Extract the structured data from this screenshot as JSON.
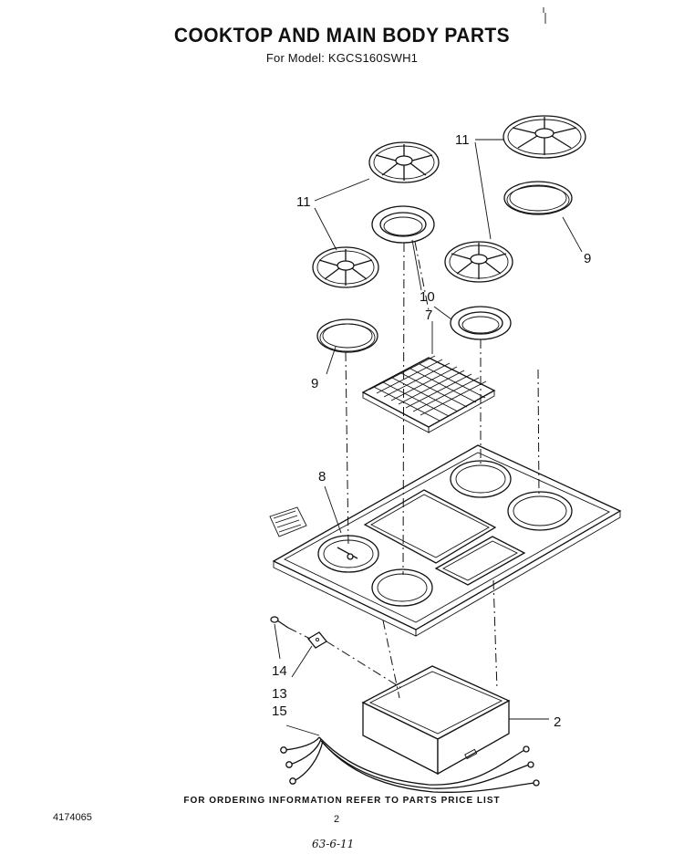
{
  "header": {
    "title": "COOKTOP AND MAIN BODY PARTS",
    "subtitle": "For Model: KGCS160SWH1"
  },
  "callouts": {
    "grate_left": "11",
    "grate_right": "11",
    "ring_left": "9",
    "ring_right": "9",
    "trim_ring": "10",
    "vent_grille": "7",
    "cooktop": "8",
    "burner_box": "2",
    "screw": "14",
    "bracket": "13",
    "harness": "15"
  },
  "footer": {
    "ordering_note": "FOR ORDERING INFORMATION REFER TO PARTS PRICE LIST",
    "doc_number": "4174065",
    "page_number": "2",
    "handwritten_note": "63-6-11"
  }
}
